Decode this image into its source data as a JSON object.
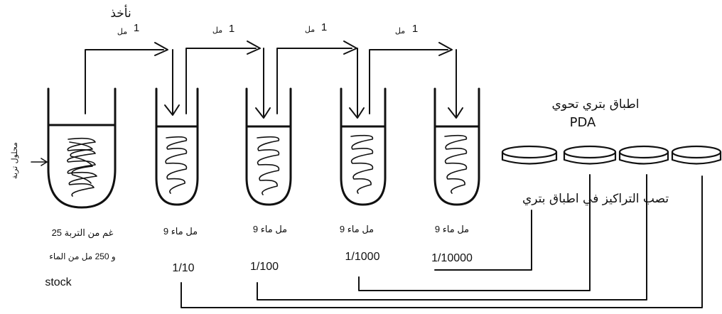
{
  "transfers": {
    "take_label": "نأخذ",
    "amount": "1",
    "unit": "مل"
  },
  "stock": {
    "side_label": "محلول تربة",
    "line1": "25 غم من التربة",
    "line2": "و 250 مل من الماء",
    "name": "stock"
  },
  "tubes": [
    {
      "water": "9 مل ماء",
      "dilution": "1/10"
    },
    {
      "water": "9 مل ماء",
      "dilution": "1/100"
    },
    {
      "water": "9 مل ماء",
      "dilution": "1/1000"
    },
    {
      "water": "9 مل ماء",
      "dilution": "1/10000"
    }
  ],
  "plates": {
    "title_line1": "اطباق بتري تحوي",
    "title_line2": "PDA",
    "pour_label": "تصب التراكيز في اطباق بتري",
    "count": 4
  }
}
